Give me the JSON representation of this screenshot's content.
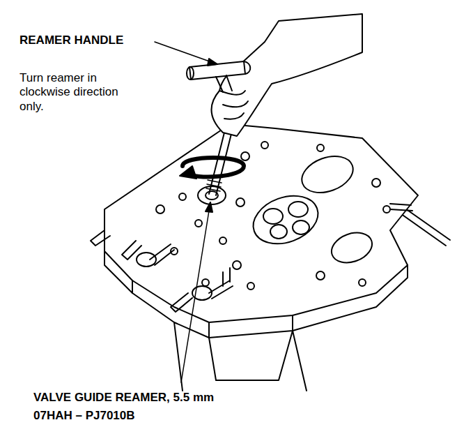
{
  "diagram": {
    "labels": [
      "REAMER HANDLE",
      "Turn reamer in clockwise direction only.",
      "VALVE GUIDE REAMER, 5.5 mm",
      "07HAH – PJ7010B"
    ]
  }
}
